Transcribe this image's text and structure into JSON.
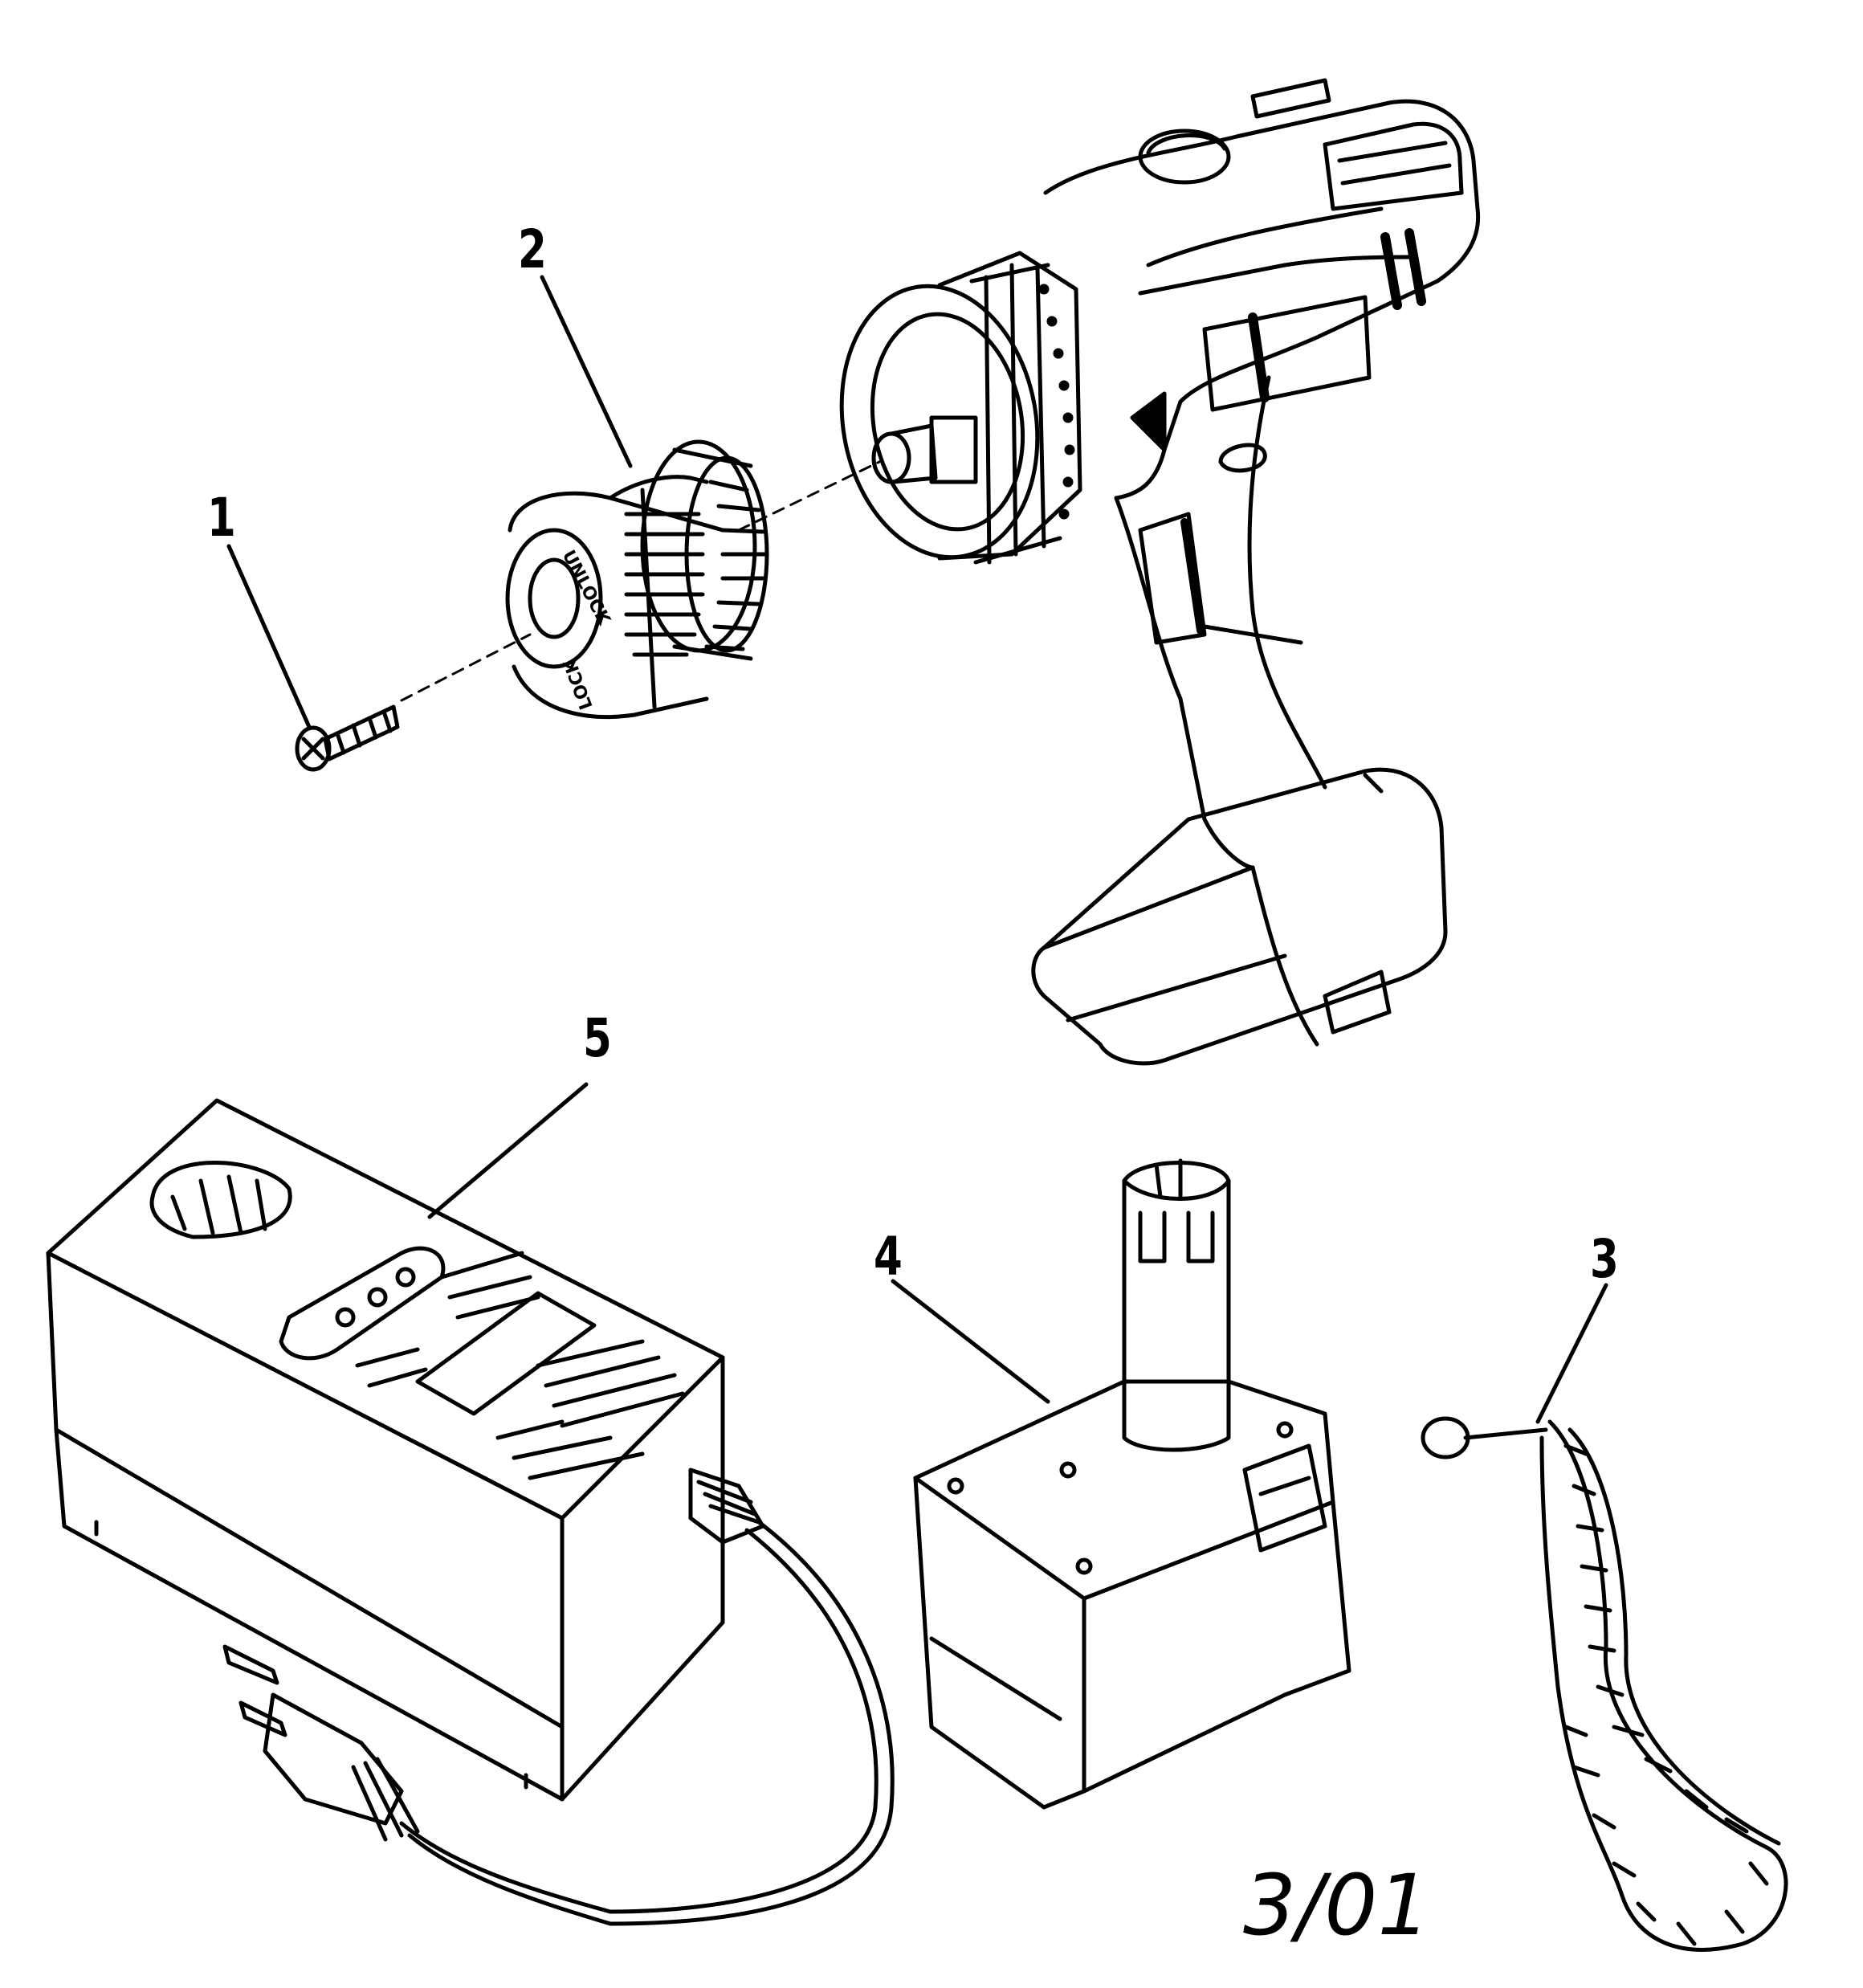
{
  "callouts": {
    "screw": "1",
    "chuck": "2",
    "wrist_strap": "3",
    "battery_pack": "4",
    "charger": "5"
  },
  "date_code": "3/01",
  "chuck_text": {
    "unlock": "UNLOCK",
    "lock": "LOCK"
  },
  "colors": {
    "line": "#000000",
    "background": "#ffffff"
  }
}
